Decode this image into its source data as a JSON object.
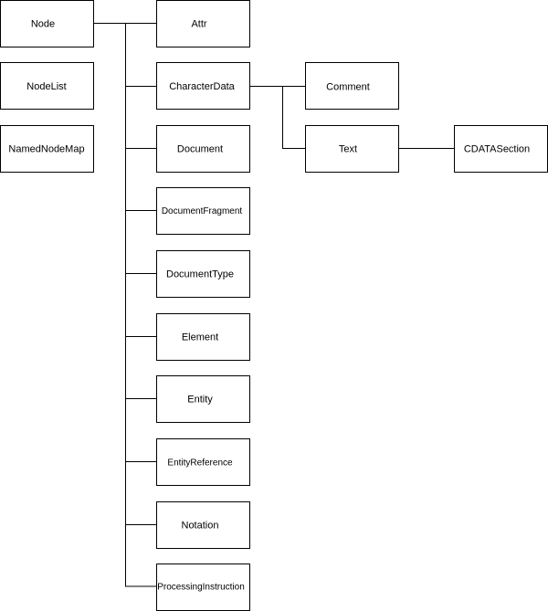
{
  "nodes": {
    "node": "Node",
    "nodelist": "NodeList",
    "namednodemap": "NamedNodeMap",
    "attr": "Attr",
    "characterdata": "CharacterData",
    "document": "Document",
    "documentfragment": "DocumentFragment",
    "documenttype": "DocumentType",
    "element": "Element",
    "entity": "Entity",
    "entityreference": "EntityReference",
    "notation": "Notation",
    "processinginstruction": "ProcessingInstruction",
    "comment": "Comment",
    "text": "Text",
    "cdatasection": "CDATASection"
  },
  "edges": [
    [
      "node",
      "attr"
    ],
    [
      "node",
      "characterdata"
    ],
    [
      "node",
      "document"
    ],
    [
      "node",
      "documentfragment"
    ],
    [
      "node",
      "documenttype"
    ],
    [
      "node",
      "element"
    ],
    [
      "node",
      "entity"
    ],
    [
      "node",
      "entityreference"
    ],
    [
      "node",
      "notation"
    ],
    [
      "node",
      "processinginstruction"
    ],
    [
      "characterdata",
      "comment"
    ],
    [
      "characterdata",
      "text"
    ],
    [
      "text",
      "cdatasection"
    ]
  ]
}
